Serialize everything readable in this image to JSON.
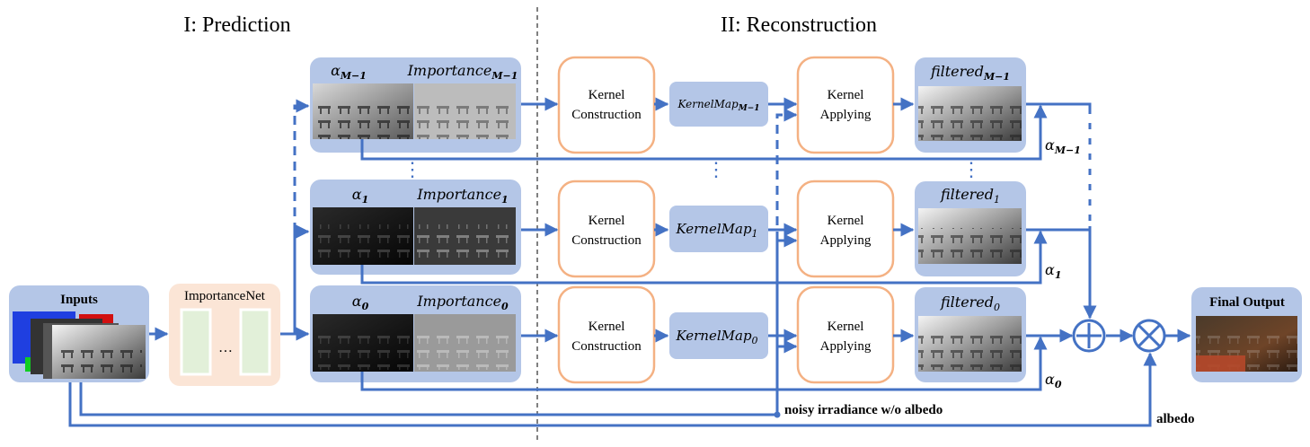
{
  "sections": {
    "prediction": "I: Prediction",
    "reconstruction": "II: Reconstruction"
  },
  "inputs": {
    "label": "Inputs"
  },
  "importance_net": {
    "label": "ImportanceNet",
    "ellipsis": "…"
  },
  "levels": {
    "top": {
      "alpha": "α",
      "alpha_sub": "M−1",
      "importance": "Importance",
      "importance_sub": "M−1",
      "kernel_construction": [
        "Kernel",
        "Construction"
      ],
      "kernel_map": "KernelMap",
      "kernel_map_sub": "M−1",
      "kernel_applying": [
        "Kernel",
        "Applying"
      ],
      "filtered": "filtered",
      "filtered_sub": "M−1",
      "alpha_out": "α",
      "alpha_out_sub": "M−1"
    },
    "mid": {
      "alpha": "α",
      "alpha_sub": "1",
      "importance": "Importance",
      "importance_sub": "1",
      "kernel_construction": [
        "Kernel",
        "Construction"
      ],
      "kernel_map": "KernelMap",
      "kernel_map_sub": "1",
      "kernel_applying": [
        "Kernel",
        "Applying"
      ],
      "filtered": "filtered",
      "filtered_sub": "1",
      "alpha_out": "α",
      "alpha_out_sub": "1"
    },
    "bot": {
      "alpha": "α",
      "alpha_sub": "0",
      "importance": "Importance",
      "importance_sub": "0",
      "kernel_construction": [
        "Kernel",
        "Construction"
      ],
      "kernel_map": "KernelMap",
      "kernel_map_sub": "0",
      "kernel_applying": [
        "Kernel",
        "Applying"
      ],
      "filtered": "filtered",
      "filtered_sub": "0",
      "alpha_out": "α",
      "alpha_out_sub": "0"
    }
  },
  "ellipsis_vertical": "⋮",
  "ops": {
    "sum": "⊕",
    "multiply": "⊗"
  },
  "noisy_label": "noisy irradiance w/o albedo",
  "albedo_label": "albedo",
  "final_output": {
    "label": "Final Output"
  },
  "colors": {
    "arrow": "#4472c4",
    "panel": "#b4c6e7",
    "panel_edge": "#8faadc",
    "kernel_box_edge": "#f4b183",
    "importance_net_bg": "#fbe5d6",
    "importance_net_layer": "#e2f0d9"
  }
}
